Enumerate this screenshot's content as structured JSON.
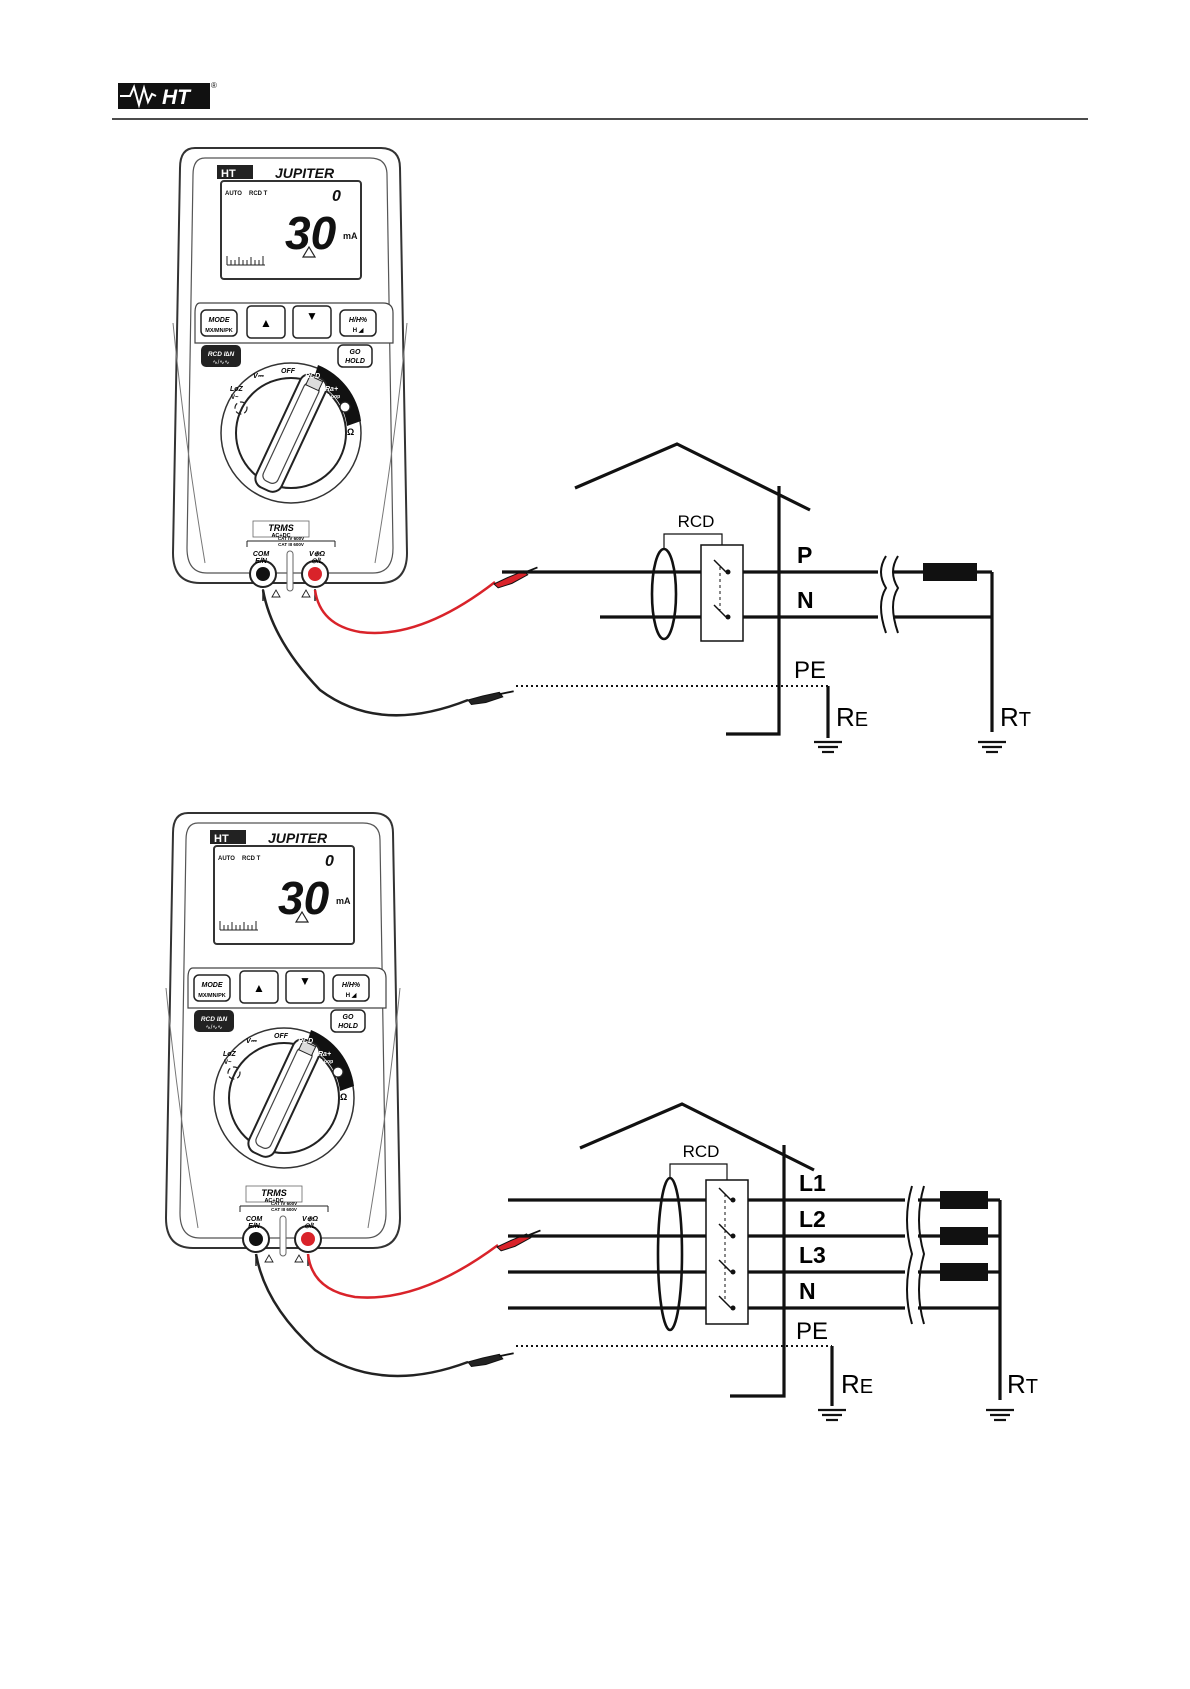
{
  "header": {
    "logo_text": "HT",
    "logo_reg": "®"
  },
  "meter": {
    "brand": "HT",
    "model": "JUPITER",
    "lcd_auto": "AUTO",
    "lcd_rcd": "RCD T",
    "lcd_small_value": "0",
    "lcd_value": "30",
    "lcd_unit": "mA",
    "btn_mode_1": "MODE",
    "btn_mode_2": "MX/MN/PK",
    "btn_up": "▲",
    "btn_down": "▼",
    "btn_hh_1": "H/H%",
    "btn_hh_2": "H ◢",
    "btn_rcd": "RCD I∆N",
    "btn_rcd_2": "∿/∿∿",
    "btn_go_1": "GO",
    "btn_go_2": "HOLD",
    "dial_v": "V⎓",
    "dial_off": "OFF",
    "dial_rcd": "RCD",
    "dial_ra_1": "Ra+",
    "dial_ra_2": "Loop",
    "dial_loz_1": "LoZ",
    "dial_loz_2": "V~",
    "dial_ohm": "Ω",
    "trms_1": "TRMS",
    "trms_2": "AC+DC",
    "cat_1": "CAT IV 600V",
    "cat_2": "CAT III 600V",
    "com_1": "COM",
    "com_2": "E/N",
    "vl_1": "V⊕Ω",
    "vl_2": "⊙/L"
  },
  "diagram_top": {
    "rcd_label": "RCD",
    "line_p": "P",
    "line_n": "N",
    "pe": "PE",
    "re": "R",
    "re_sub": "E",
    "rt": "R",
    "rt_sub": "T"
  },
  "diagram_bottom": {
    "rcd_label": "RCD",
    "line_l1": "L1",
    "line_l2": "L2",
    "line_l3": "L3",
    "line_n": "N",
    "pe": "PE",
    "re": "R",
    "re_sub": "E",
    "rt": "R",
    "rt_sub": "T"
  },
  "colors": {
    "red_probe": "#d9232a",
    "black_probe": "#222222",
    "line": "#111111"
  }
}
